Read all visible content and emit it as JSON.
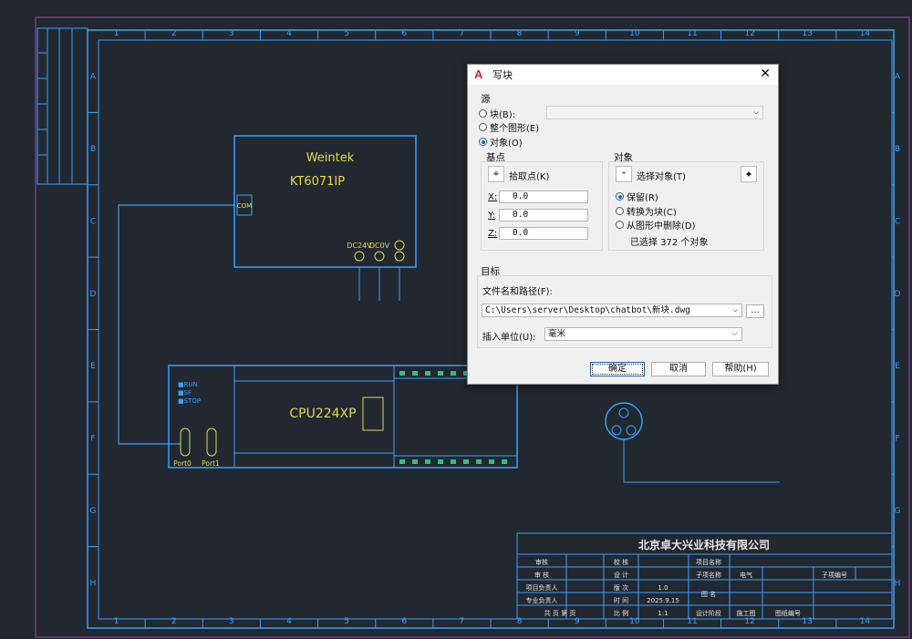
{
  "drawing": {
    "col_numbers": [
      "1",
      "2",
      "3",
      "4",
      "5",
      "6",
      "7",
      "8",
      "9",
      "10",
      "11",
      "12",
      "13",
      "14"
    ],
    "row_letters": [
      "A",
      "B",
      "C",
      "D",
      "E",
      "F",
      "G",
      "H"
    ],
    "hmi_brand": "Weintek",
    "hmi_model": "KT6071IP",
    "com_label": "COM",
    "dc24v_label": "DC24V",
    "dc0v_label": "DC0V",
    "plc_led_run": "■RUN",
    "plc_led_sf": "■SF",
    "plc_led_stop": "■STOP",
    "cpu_label": "CPU224XP",
    "port0_label": "Port0",
    "port1_label": "Port1",
    "company": "北京卓大兴业科技有限公司",
    "tb_shenhe": "审核",
    "tb_shenhe2": "审 核",
    "tb_jiaohe": "校 核",
    "tb_sheji": "设 计",
    "tb_xiangmu_fuze": "项目负责人",
    "tb_zhuanye_fuze": "专业负责人",
    "tb_banci": "版 次",
    "tb_banci_val": "1.0",
    "tb_shijian": "时 间",
    "tb_date": "2025.9.15",
    "tb_gong_ye": "共 页 第 页",
    "tb_bili": "比 例",
    "tb_scale": "1:1",
    "tb_xiangmu_mingcheng": "项目名称",
    "tb_zixiang_mingcheng": "子项名称",
    "tb_dianqi": "电气",
    "tb_zixiang_bianhao": "子项编号",
    "tb_tuming": "图 名",
    "tb_sheji_jieduan": "设计阶段",
    "tb_shigongtu": "施工图",
    "tb_tuzhi_bianhao": "图纸编号"
  },
  "dialog": {
    "title": "写块",
    "close_glyph": "✕",
    "source_label": "源",
    "opt_block": "块(B):",
    "opt_entire": "整个图形(E)",
    "opt_objects": "对象(O)",
    "basepoint_label": "基点",
    "pick_point": "拾取点(K)",
    "x_label": "X:",
    "x_value": "0.0",
    "y_label": "Y:",
    "y_value": "0.0",
    "z_label": "Z:",
    "z_value": "0.0",
    "objects_label": "对象",
    "select_objects": "选择对象(T)",
    "opt_retain": "保留(R)",
    "opt_convert": "转换为块(C)",
    "opt_delete": "从图形中删除(D)",
    "selected_count": "已选择 372 个对象",
    "target_label": "目标",
    "filepath_label": "文件名和路径(F):",
    "filepath_value": "C:\\Users\\server\\Desktop\\chatbot\\新块.dwg",
    "browse_label": "...",
    "units_label": "插入单位(U):",
    "units_value": "毫米",
    "ok_button": "确定",
    "cancel_button": "取消",
    "help_button": "帮助(H)"
  }
}
